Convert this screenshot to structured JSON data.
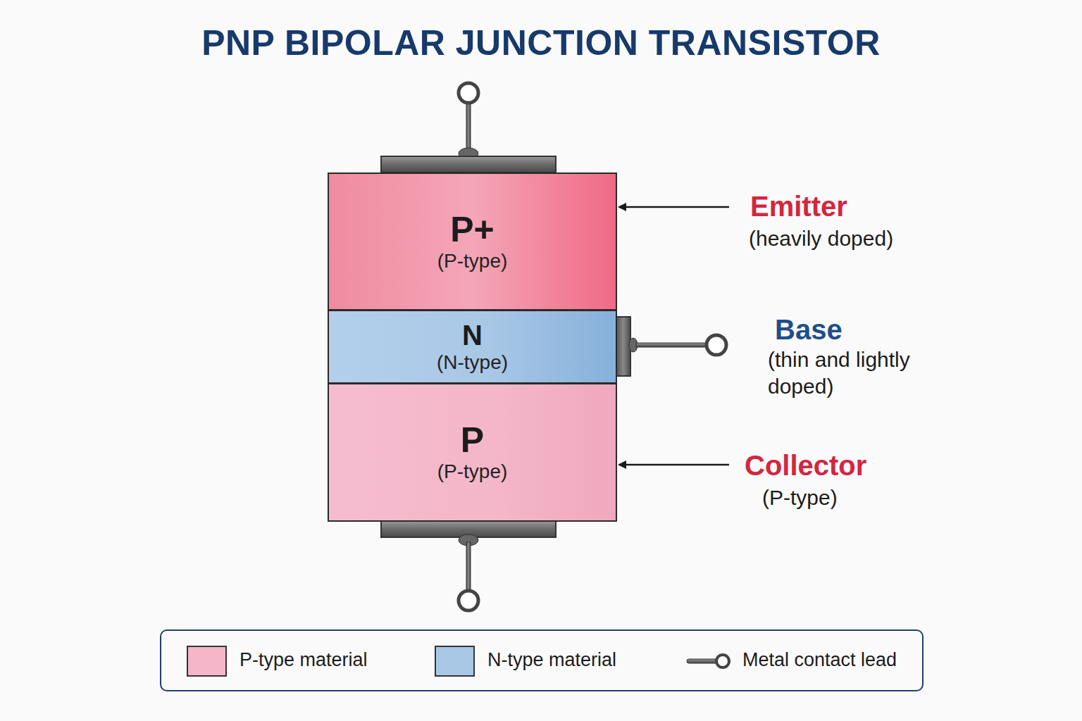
{
  "diagram": {
    "title": "PNP BIPOLAR JUNCTION TRANSISTOR",
    "nodes": [
      {
        "text": [
          "P+",
          "(P-type)"
        ]
      },
      {
        "text": [
          "N",
          "(N-type)"
        ]
      },
      {
        "text": [
          "P",
          "(P-type)"
        ]
      }
    ],
    "labels": [
      "Emitter",
      "(heavily doped)",
      "Base",
      "(thin and lightly doped)",
      "Collector",
      "(P-type)"
    ],
    "legend": [
      {
        "text": "P-type material",
        "color": "#f4b6c8"
      },
      {
        "text": "N-type material",
        "color": "#a9c8e6"
      },
      {
        "text": "Metal contact lead"
      }
    ]
  }
}
